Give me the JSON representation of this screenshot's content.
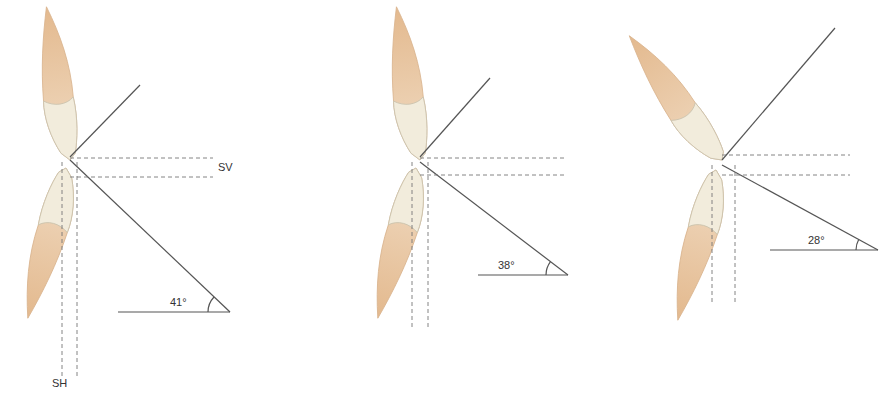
{
  "diagram": {
    "labels": [
      "SV",
      "41°",
      "SH",
      "38°",
      "28°"
    ]
  }
}
